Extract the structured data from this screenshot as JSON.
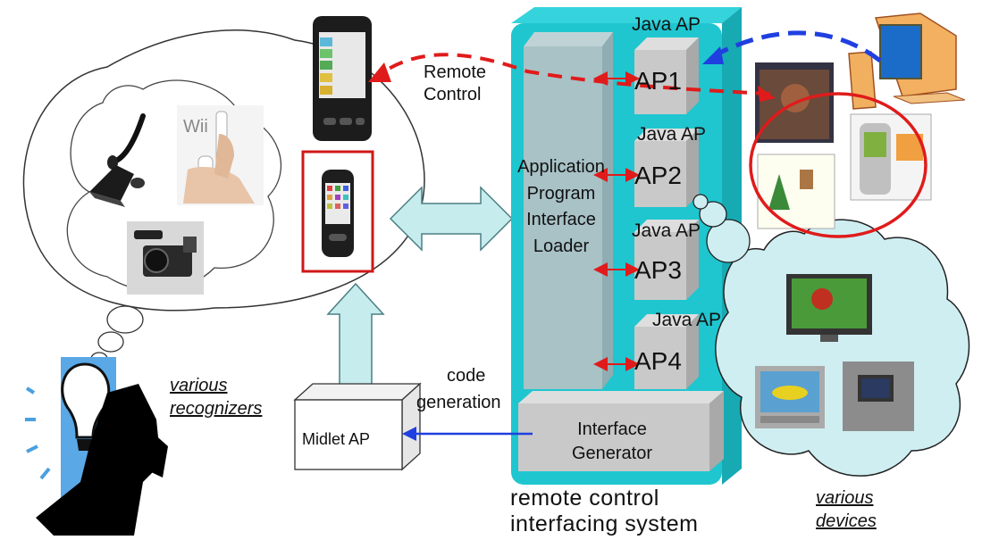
{
  "labels": {
    "remote_control_1": "Remote",
    "remote_control_2": "Control",
    "api_loader": [
      "Application",
      "Program",
      "Interface",
      "Loader"
    ],
    "java_ap": "Java AP",
    "ap1": "AP1",
    "ap2": "AP2",
    "ap3": "AP3",
    "ap4": "AP4",
    "interface_generator_1": "Interface",
    "interface_generator_2": "Generator",
    "code_generation_1": "code",
    "code_generation_2": "generation",
    "midlet_ap": "Midlet AP",
    "various_recognizers_1": "various",
    "various_recognizers_2": "recognizers",
    "system_title_1": "remote control",
    "system_title_2": "interfacing system",
    "various_devices_1": "various",
    "various_devices_2": "devices",
    "wii": "Wii"
  },
  "colors": {
    "system_cyan": "#1fc6cf",
    "loader_gray": "#a8c2c6",
    "block_gray": "#c9c9c9",
    "arrow_fill": "#c7eced",
    "cloud_fill": "#cfeef2",
    "red": "#e01b1b",
    "blue": "#1f3fe0"
  }
}
